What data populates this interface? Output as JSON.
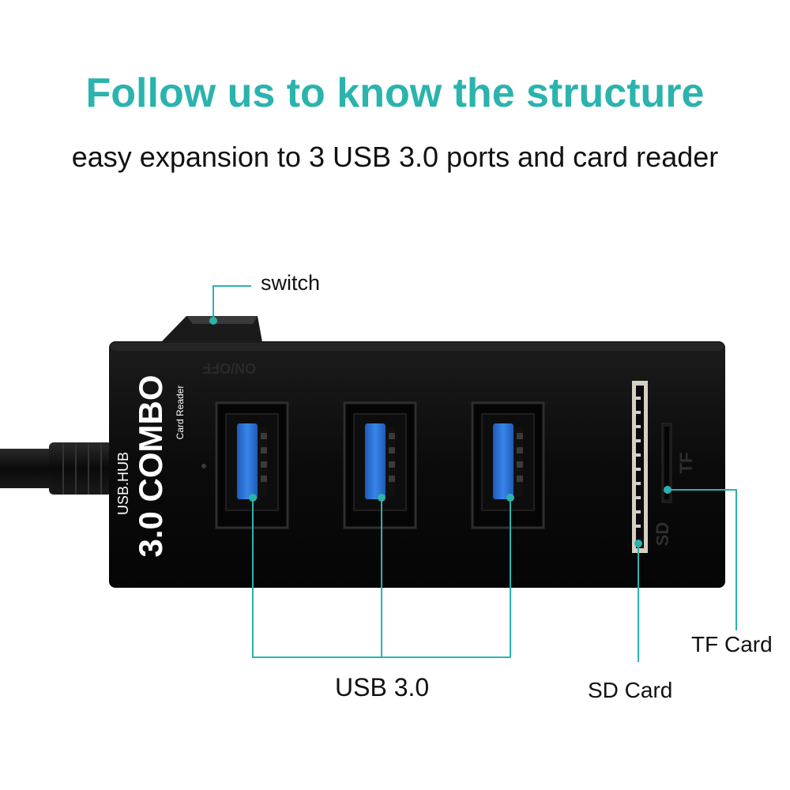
{
  "heading": {
    "title": "Follow us to know the structure",
    "subtitle": "easy expansion to 3 USB 3.0 ports and card reader"
  },
  "colors": {
    "accent": "#2bb3ad",
    "hub_body": "#0b0b0b",
    "usb_blue": "#2a6fd0",
    "slot_frame": "#d6d0c4"
  },
  "device": {
    "switch_marking": "ON/OFF",
    "brand_line_1": "USB.HUB",
    "brand_line_2": "3.0 COMBO",
    "brand_line_3": "Card Reader",
    "slot_sd_marking": "SD",
    "slot_tf_marking": "TF"
  },
  "callouts": {
    "switch": "switch",
    "usb": "USB 3.0",
    "sd": "SD Card",
    "tf": "TF Card"
  }
}
